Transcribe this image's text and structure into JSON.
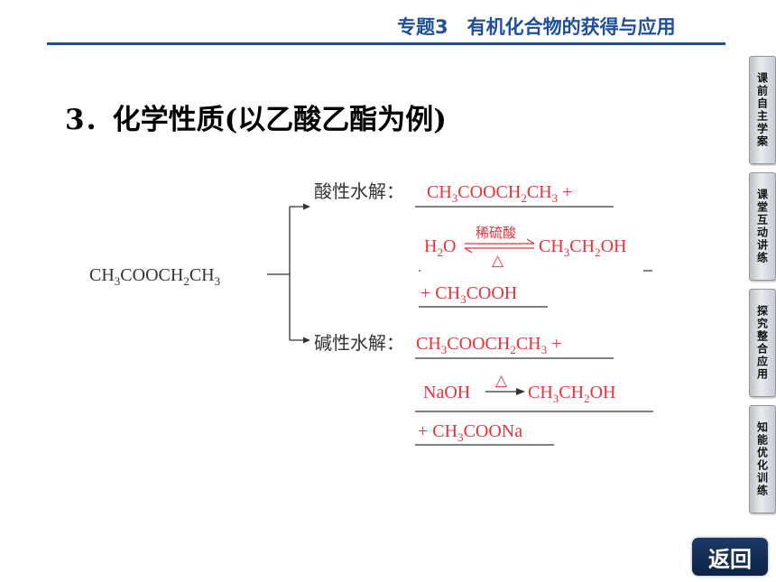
{
  "header": {
    "title": "专题3　有机化合物的获得与应用"
  },
  "section": {
    "title": "3．化学性质(以乙酸乙酯为例)"
  },
  "colors": {
    "accent": "#1f4e9a",
    "reaction": "#e8323c",
    "text": "#333333"
  },
  "diagram": {
    "reactant": {
      "main": "CH",
      "s1": "3",
      "mid": "COOCH",
      "s2": "2",
      "end": "CH",
      "s3": "3"
    },
    "acid": {
      "label": "酸性水解：",
      "line1": {
        "a": "CH",
        "s1": "3",
        "b": "COOCH",
        "s2": "2",
        "c": "CH",
        "s3": "3",
        "d": " +"
      },
      "line2": {
        "h2o_a": "H",
        "h2o_s": "2",
        "h2o_b": "O",
        "catalyst": "稀硫酸",
        "condition": "△",
        "p1": "CH",
        "s1": "3",
        "p2": "CH",
        "s2": "2",
        "p3": "OH"
      },
      "line3": {
        "a": "+ CH",
        "s1": "3",
        "b": "COOH"
      }
    },
    "base": {
      "label": "碱性水解：",
      "line1": {
        "a": "CH",
        "s1": "3",
        "b": "COOCH",
        "s2": "2",
        "c": "CH",
        "s3": "3",
        "d": " +"
      },
      "line2": {
        "naoh": "NaOH",
        "condition": "△",
        "p1": "CH",
        "s1": "3",
        "p2": "CH",
        "s2": "2",
        "p3": "OH"
      },
      "line3": {
        "a": "+ CH",
        "s1": "3",
        "b": "COONa"
      }
    }
  },
  "sidebar": {
    "tabs": [
      {
        "label": "课前自主学案"
      },
      {
        "label": "课堂互动讲练"
      },
      {
        "label": "探究整合应用"
      },
      {
        "label": "知能优化训练"
      }
    ]
  },
  "back_button": {
    "label": "返回"
  }
}
